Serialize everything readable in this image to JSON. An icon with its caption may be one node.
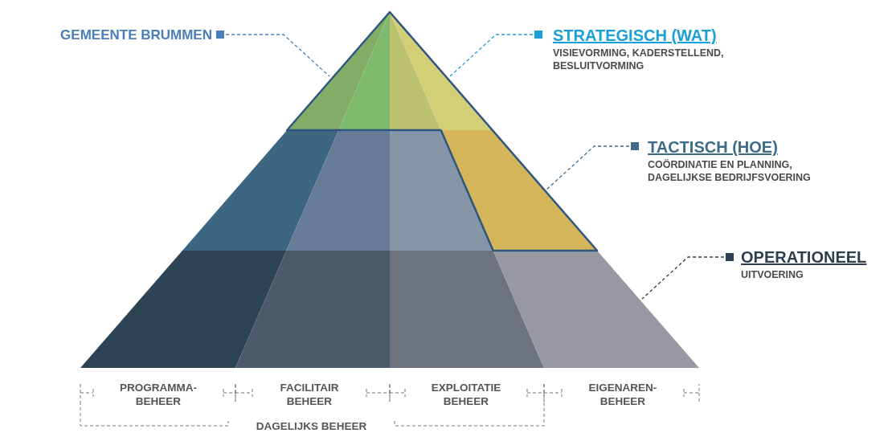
{
  "diagram": {
    "nodes": [
      {
        "text": [
          "GEMEENTE BRUMMEN"
        ]
      },
      {
        "text": [
          "STRATEGISCH (WAT)",
          "VISIEVORMING, KADERSTELLEND, BESLUITVORMING"
        ]
      },
      {
        "text": [
          "TACTISCH (HOE)",
          "COÖRDINATIE EN PLANNING, DAGELIJKSE BEDRIJFSVOERING"
        ]
      },
      {
        "text": [
          "OPERATIONEEL",
          "UITVOERING"
        ]
      },
      {
        "text": [],
        "shape": "polygon"
      },
      {
        "text": [],
        "shape": "triangle"
      },
      {
        "text": [],
        "shape": "band"
      },
      {
        "text": [],
        "shape": "band"
      }
    ],
    "edges": [
      {
        "from": 0,
        "to": 4,
        "arrow": "other",
        "style": "dashed",
        "color": "#4a7ebb"
      },
      {
        "from": 1,
        "to": 5,
        "arrow": "other",
        "style": "dashed",
        "color": "#1a9fd6"
      },
      {
        "from": 2,
        "to": 6,
        "arrow": "other",
        "style": "dashed",
        "color": "#3e6b87"
      },
      {
        "from": 3,
        "to": 7,
        "arrow": "other",
        "style": "dashed",
        "color": "#2d3e4f"
      }
    ],
    "labels": [
      "PROGRAMMA- BEHEER",
      "FACILITAIR BEHEER",
      "EXPLOITATIE BEHEER",
      "EIGENAREN- BEHEER",
      "DAGELIJKS BEHEER"
    ]
  }
}
